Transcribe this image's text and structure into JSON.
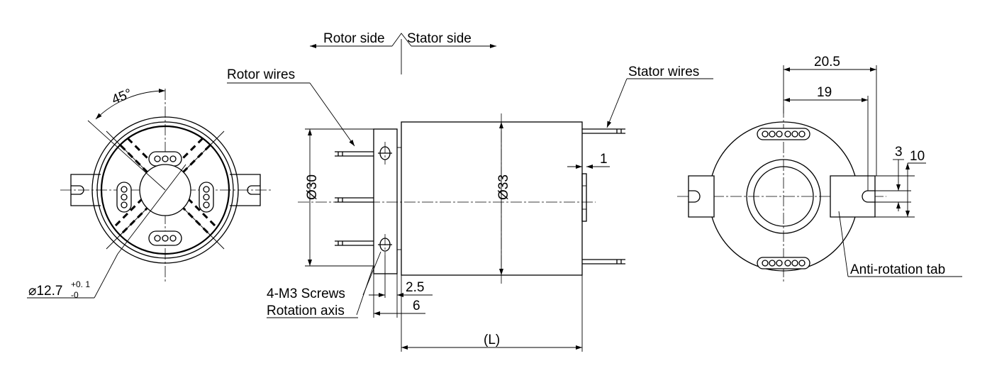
{
  "labels": {
    "rotor_side": "Rotor side",
    "stator_side": "Stator side",
    "rotor_wires": "Rotor wires",
    "stator_wires": "Stator wires",
    "screws": "4-M3 Screws",
    "rotation_axis": "Rotation axis",
    "anti_rotation_tab": "Anti-rotation tab"
  },
  "dimensions": {
    "angle": "45°",
    "bore_symbol": "⌀12.7",
    "bore_tol_upper": "+0. 1",
    "bore_tol_lower": "-0",
    "dia_30": "Ø30",
    "dia_33": "Ø33",
    "gap_1": "1",
    "flange_2_5": "2.5",
    "flange_6": "6",
    "length_L": "(L)",
    "d_20_5": "20.5",
    "d_19": "19",
    "d_3": "3",
    "d_10": "10"
  }
}
